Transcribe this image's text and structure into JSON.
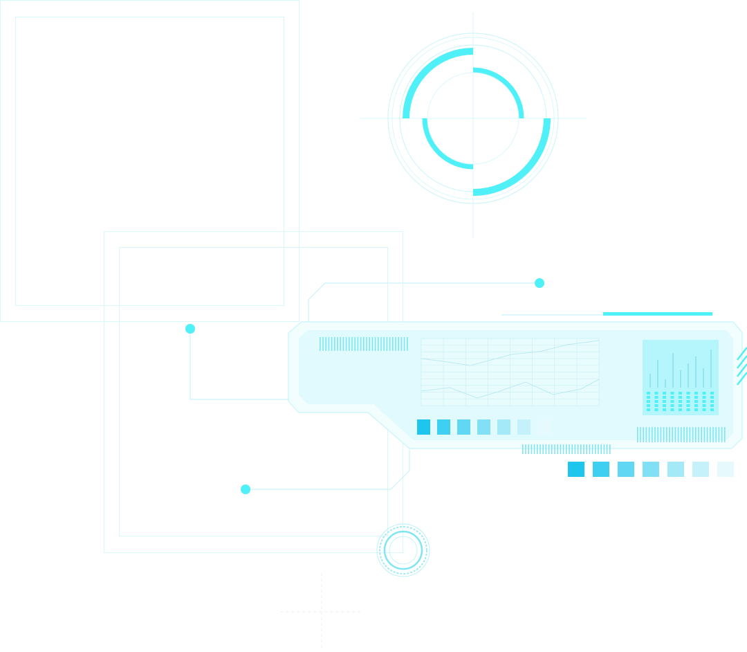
{
  "colors": {
    "accent": "#4ff0f8",
    "line": "#c8f6fb",
    "panel_fill": "#e4fbfd",
    "panel_inner": "#d3f7fb",
    "screen_fill": "#b4f6fb",
    "swatch_deep": "#1ec6ee",
    "swatch_light": "#b9ecfb"
  },
  "icons": {
    "large_dial": "target-ring-icon",
    "small_dial": "small-ring-icon",
    "crosshair": "crosshair-icon"
  },
  "decor": {
    "panel_swatch_count": 7,
    "lower_swatch_count": 7,
    "node_dot_count": 3
  }
}
